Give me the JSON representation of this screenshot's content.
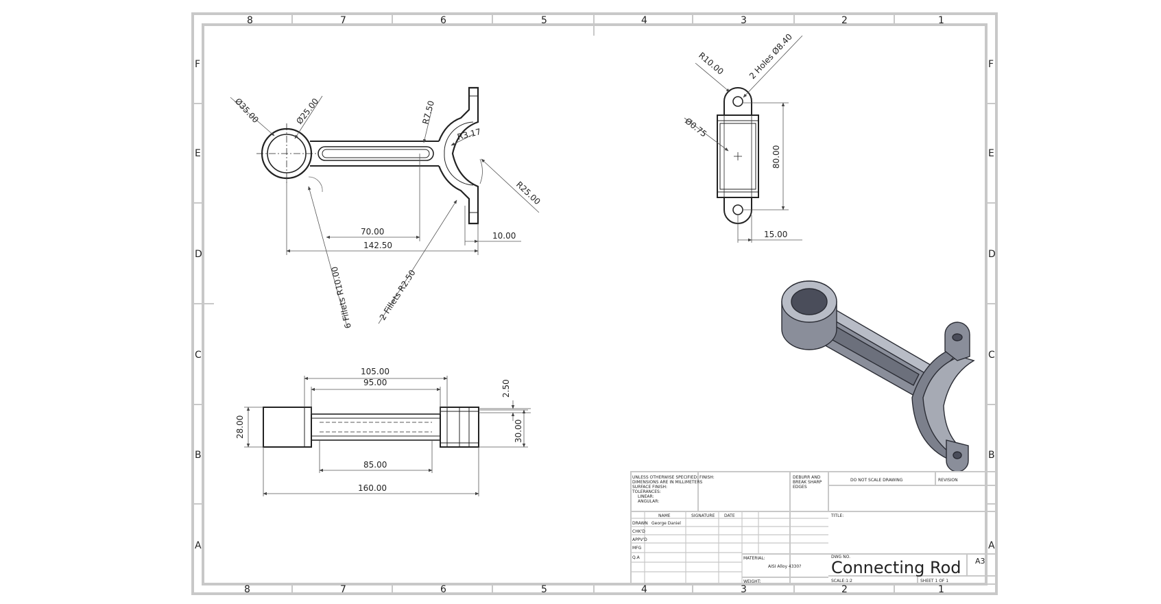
{
  "sheet": {
    "zone_columns": [
      "8",
      "7",
      "6",
      "5",
      "4",
      "3",
      "2",
      "1"
    ],
    "zone_rows": [
      "F",
      "E",
      "D",
      "C",
      "B",
      "A"
    ]
  },
  "front_view": {
    "dims": {
      "d35": "Ø35.00",
      "d25": "Ø25.00",
      "r750": "R7.50",
      "r317": "R3.17",
      "r25": "R25.00",
      "d70": "70.00",
      "d1425": "142.50",
      "d10": "10.00",
      "fillets10": "6 Fillets R10.00",
      "fillets25": "2 Fillets R2.50"
    }
  },
  "side_view": {
    "dims": {
      "r10": "R10.00",
      "holes": "2 Holes Ø8.40",
      "d075": "Ø0.75",
      "d80": "80.00",
      "d15": "15.00"
    }
  },
  "top_view": {
    "dims": {
      "d105": "105.00",
      "d95": "95.00",
      "d250": "2.50",
      "d28": "28.00",
      "d30": "30.00",
      "d85": "85.00",
      "d160": "160.00"
    }
  },
  "title_block": {
    "unless": "UNLESS OTHERWISE SPECIFIED:",
    "dims_mm": "DIMENSIONS ARE IN MILLIMETERS",
    "surface": "SURFACE FINISH:",
    "tolerances": "TOLERANCES:",
    "linear": "LINEAR:",
    "angular": "ANGULAR:",
    "finish": "FINISH:",
    "deburr1": "DEBURR AND",
    "deburr2": "BREAK SHARP",
    "deburr3": "EDGES",
    "do_not_scale": "DO NOT SCALE DRAWING",
    "revision": "REVISION",
    "name": "NAME",
    "signature": "SIGNATURE",
    "date": "DATE",
    "title_label": "TITLE:",
    "drawn_label": "DRAWN",
    "drawn_name": "George Daniel",
    "chkd": "CHK'D",
    "appvd": "APPV'D",
    "mfg": "MFG",
    "qa": "Q.A",
    "material_label": "MATERIAL:",
    "material": "AISI Alloy 4330?",
    "dwg_no_label": "DWG NO.",
    "drawing_title": "Connecting Rod",
    "size": "A3",
    "weight_label": "WEIGHT:",
    "scale_label": "SCALE:1:2",
    "sheet_label": "SHEET 1 OF 1"
  },
  "colors": {
    "border": "#c8c8c8",
    "line": "#222222",
    "dim_line": "#555555",
    "part_dark": "#4a4d5a",
    "part_mid": "#8a8e9a",
    "part_light": "#b8bcc6"
  }
}
